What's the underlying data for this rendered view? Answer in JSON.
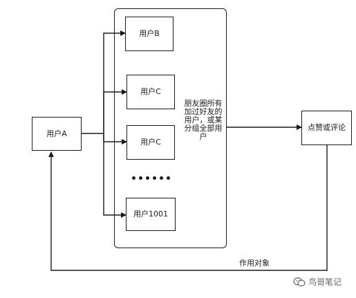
{
  "diagram": {
    "user_a": "用户A",
    "user_b": "用户B",
    "user_c1": "用户C",
    "user_c2": "用户C",
    "user_1001": "用户1001",
    "group_description": "朋友圈所有加过好友的用户，或某分组全部用户",
    "like_comment": "点赞或评论",
    "action_target": "作用对象"
  },
  "watermark": {
    "icon": "wechat-icon",
    "text": "鸟哥笔记"
  },
  "colors": {
    "stroke": "#1a1a1a",
    "background": "#ffffff",
    "watermark": "#666666"
  }
}
